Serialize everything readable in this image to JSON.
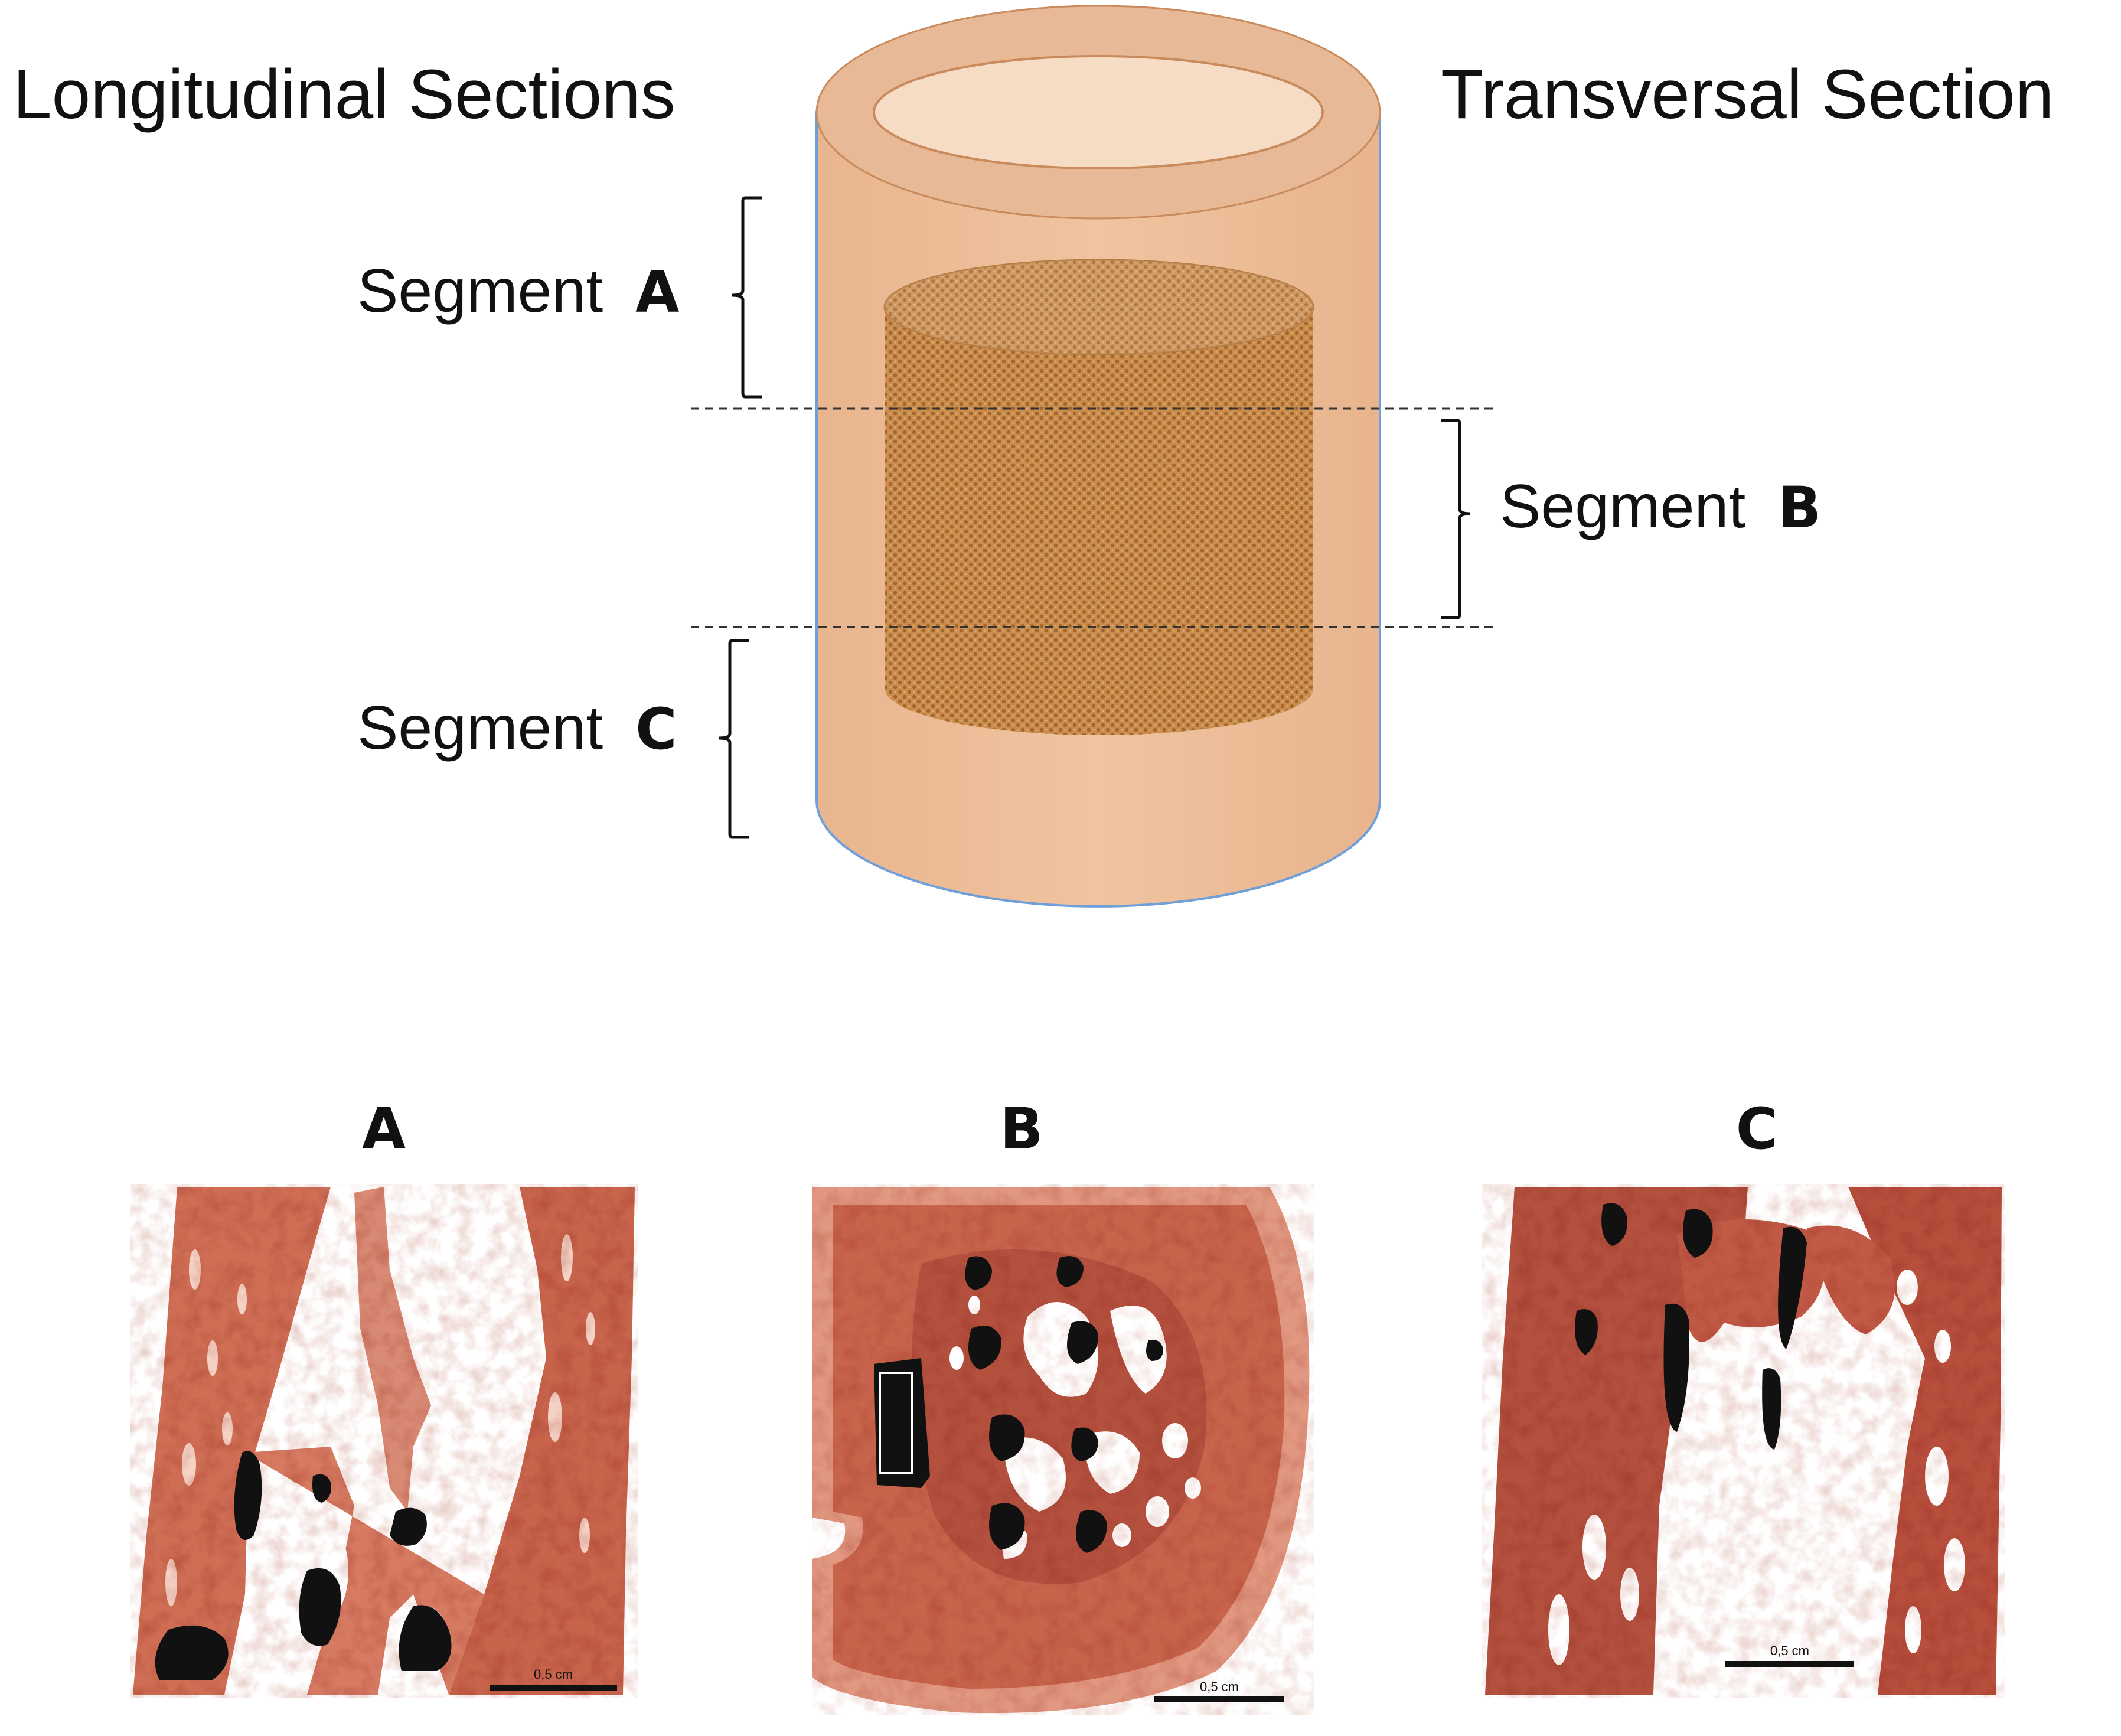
{
  "diagram": {
    "left_heading": "Longitudinal Sections",
    "right_heading": "Transversal Section",
    "segments": [
      {
        "prefix": "Segment",
        "letter": "A"
      },
      {
        "prefix": "Segment",
        "letter": "B"
      },
      {
        "prefix": "Segment",
        "letter": "C"
      }
    ]
  },
  "panels": [
    {
      "label": "A",
      "scale_label": "0,5 cm"
    },
    {
      "label": "B",
      "scale_label": "0,5 cm"
    },
    {
      "label": "C",
      "scale_label": "0,5 cm"
    }
  ],
  "colors": {
    "cylinder_body": "#edbf98",
    "cylinder_top": "#e8b996",
    "cylinder_inner": "#f6dcc4",
    "cylinder_rim": "#c98a5c",
    "cylinder_edge": "#6f9fd8",
    "implant_base": "#c98d4e",
    "implant_dots": "#a7652a",
    "tissue": "#cf6e55",
    "tissue_dark": "#b4503e",
    "tissue_light": "#e6a093",
    "screw": "#111111",
    "text": "#111111"
  }
}
